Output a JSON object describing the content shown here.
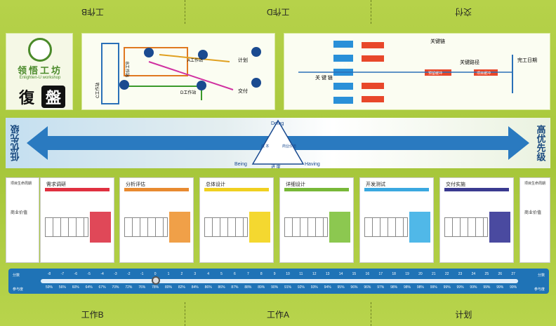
{
  "top_labels": [
    "工作B",
    "工作D",
    "交付"
  ],
  "bottom_labels": [
    "工作B",
    "工作A",
    "计划"
  ],
  "logo": {
    "name": "领悟工坊",
    "sub": "Enlighten-U workshop",
    "word_left": "復",
    "word_right": "盤"
  },
  "diagram": {
    "left_label": "C工作站",
    "top_label": "B工作站",
    "center_label": "A工作站",
    "lower_label": "D工作站",
    "plan": "计划",
    "deliver": "交付"
  },
  "network": {
    "key_chain_top": "关键链",
    "key_chain_left": "关\n键\n链",
    "key_path": "关键路径",
    "buffer": "预留缓冲",
    "project_buffer": "项目缓冲",
    "finish": "完工日期"
  },
  "band": {
    "left": "低优先级",
    "right": "高优先级",
    "top": "Doing",
    "left_corner": "Being",
    "right_corner": "Having",
    "bottom": "进 度",
    "side_left": "成 本",
    "side_right": "商业价值"
  },
  "phases": [
    {
      "title": "需求调研",
      "color": "#e03040"
    },
    {
      "title": "分析评估",
      "color": "#e88a30"
    },
    {
      "title": "总体设计",
      "color": "#f0d020"
    },
    {
      "title": "详细设计",
      "color": "#78b838"
    },
    {
      "title": "开发测试",
      "color": "#3aa8e0"
    },
    {
      "title": "交付实施",
      "color": "#3a3a90"
    }
  ],
  "side_cards": {
    "left_title": "项目生命周期",
    "left_value": "商业价值",
    "right_title": "项目生命周期",
    "right_value": "商业价值"
  },
  "slider": {
    "left_top": "分数",
    "left_bottom": "参与度",
    "right_top": "分数",
    "right_bottom": "参与度",
    "scores": [
      "-8",
      "-7",
      "-6",
      "-5",
      "-4",
      "-3",
      "-2",
      "-1",
      "0",
      "1",
      "2",
      "3",
      "4",
      "5",
      "6",
      "7",
      "8",
      "9",
      "10",
      "11",
      "12",
      "13",
      "14",
      "15",
      "16",
      "17",
      "18",
      "19",
      "20",
      "21",
      "22",
      "23",
      "24",
      "25",
      "26",
      "27"
    ],
    "percents": [
      "59%",
      "56%",
      "60%",
      "64%",
      "67%",
      "70%",
      "72%",
      "76%",
      "78%",
      "80%",
      "82%",
      "84%",
      "86%",
      "86%",
      "87%",
      "88%",
      "89%",
      "90%",
      "91%",
      "92%",
      "93%",
      "94%",
      "95%",
      "96%",
      "96%",
      "97%",
      "98%",
      "98%",
      "98%",
      "99%",
      "99%",
      "99%",
      "99%",
      "99%",
      "99%",
      "99%"
    ]
  }
}
